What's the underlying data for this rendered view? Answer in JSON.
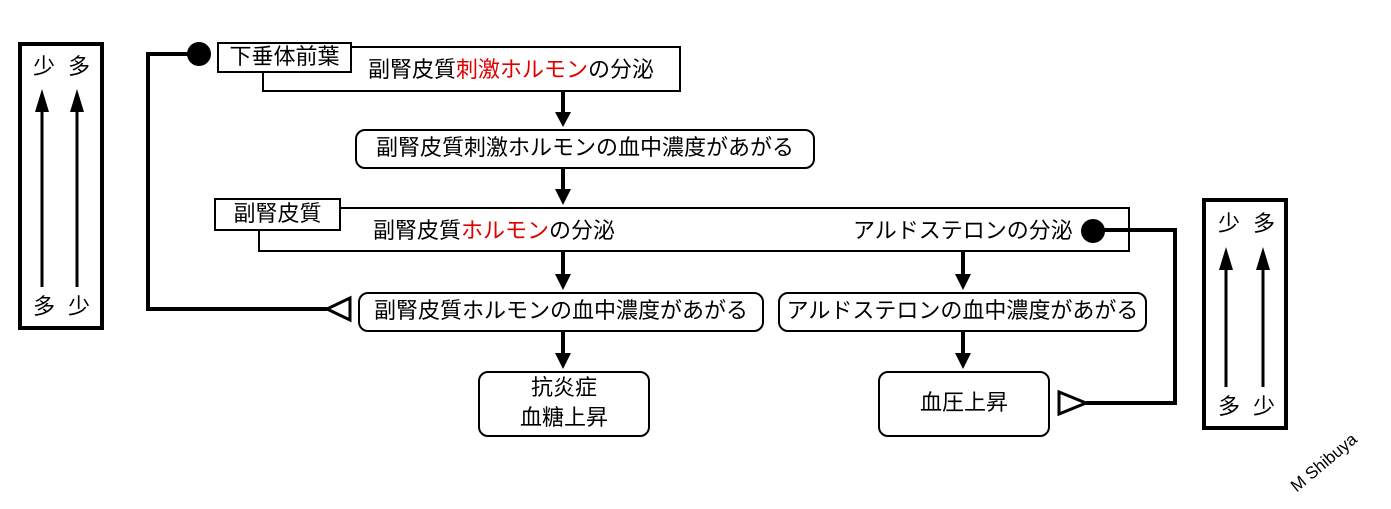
{
  "scale_left": {
    "top_labels": [
      "少",
      "多"
    ],
    "bottom_labels": [
      "多",
      "少"
    ]
  },
  "pituitary": {
    "label": "下垂体前葉",
    "secretion": {
      "prefix": "副腎皮質",
      "highlight": "刺激ホルモン",
      "suffix": "の分泌"
    }
  },
  "acth_blood_level": "副腎皮質刺激ホルモンの血中濃度があがる",
  "adrenal_cortex": {
    "label": "副腎皮質",
    "corticosteroid_secretion": {
      "prefix": "副腎皮質",
      "highlight": "ホルモン",
      "suffix": "の分泌"
    },
    "aldosterone_secretion": "アルドステロンの分泌"
  },
  "corticosteroid_blood_level": "副腎皮質ホルモンの血中濃度があがる",
  "aldosterone_blood_level": "アルドステロンの血中濃度があがる",
  "corticosteroid_effects": [
    "抗炎症",
    "血糖上昇"
  ],
  "aldosterone_effect": "血圧上昇",
  "scale_right": {
    "top_labels": [
      "少",
      "多"
    ],
    "bottom_labels": [
      "多",
      "少"
    ]
  },
  "author": "M Shibuya",
  "colors": {
    "text": "#000000",
    "highlight": "#e00000",
    "lines": "#000000"
  }
}
